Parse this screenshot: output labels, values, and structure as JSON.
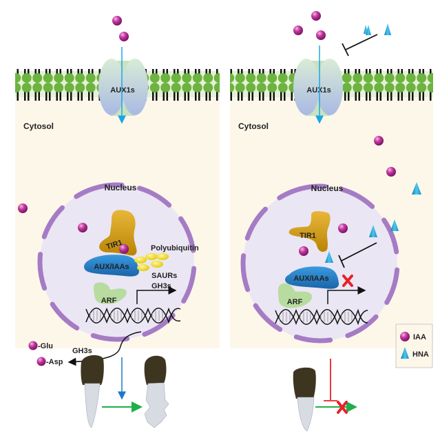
{
  "panels": [
    {
      "id": "control",
      "transporter_label": "AUX1s",
      "cytosol_label": "Cytosol",
      "nucleus_label": "Nucleus",
      "receptor_label": "TIR1",
      "repressor_label": "AUX/IAAs",
      "ubiquitin_label": "Polyubiquitin",
      "genes_label_1": "SAURs",
      "genes_label_2": "GH3s",
      "arf_label": "ARF",
      "conjugation_enzyme_label": "GH3s",
      "conjugate_1": "-Glu",
      "conjugate_2": "-Asp",
      "outcome": "root-hair-growth"
    },
    {
      "id": "hna-treated",
      "transporter_label": "AUX1s",
      "cytosol_label": "Cytosol",
      "nucleus_label": "Nucleus",
      "receptor_label": "TIR1",
      "repressor_label": "AUX/IAAs",
      "arf_label": "ARF",
      "outcome": "growth-blocked"
    }
  ],
  "legend": {
    "items": [
      {
        "shape": "sphere",
        "label": "IAA"
      },
      {
        "shape": "triangle",
        "label": "HNA"
      }
    ]
  },
  "colors": {
    "iaa": "#c2389f",
    "hna": "#1aa3d8",
    "membrane_head": "#6db33f",
    "cytosol": "#fdf7ea",
    "nucleus": "#eae6f3",
    "nuclear_envelope": "#a57cc4",
    "tir1": "#d8a21c",
    "aux_iaa": "#2f86c9",
    "arf": "#b8dca0",
    "ubiquitin": "#f3e21a",
    "transport_arrow": "#1ba7e6",
    "growth_arrow": "#1fae4b",
    "inhibit": "#e8202a"
  }
}
